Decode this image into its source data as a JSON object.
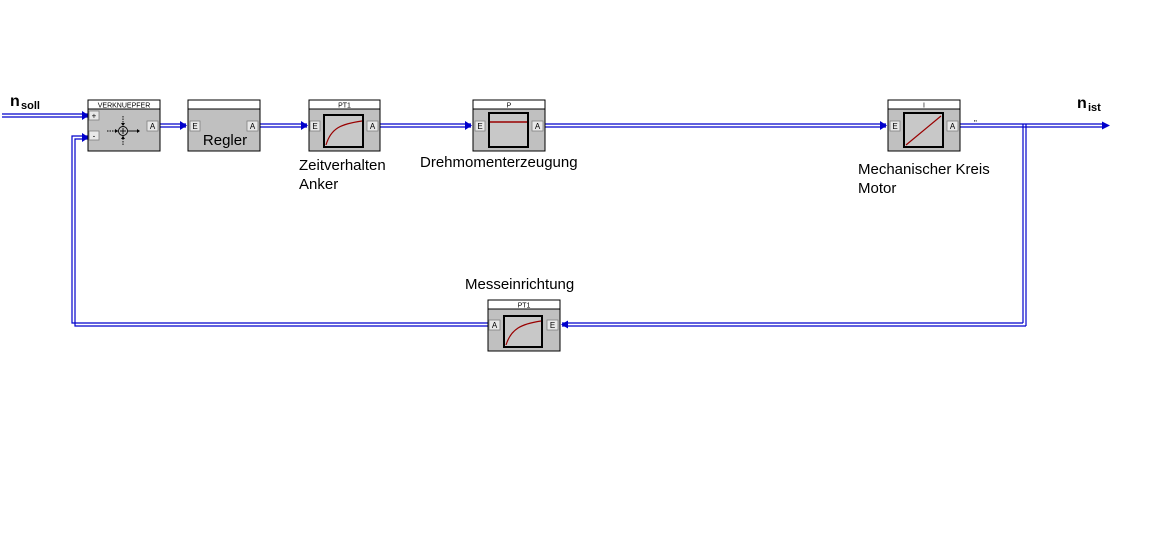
{
  "signals": {
    "input": {
      "main": "n",
      "sub": "soll"
    },
    "output": {
      "main": "n",
      "sub": "ist"
    }
  },
  "blocks": {
    "verknuepfer": {
      "title": "VERKNUEPFER",
      "in_plus": "+",
      "in_minus": "-",
      "out": "A"
    },
    "regler": {
      "title": "",
      "label": "Regler",
      "in": "E",
      "out": "A"
    },
    "pt1_anker": {
      "title": "PT1",
      "in": "E",
      "out": "A"
    },
    "p": {
      "title": "P",
      "in": "E",
      "out": "A"
    },
    "i": {
      "title": "I",
      "in": "E",
      "out": "A"
    },
    "pt1_mess": {
      "title": "PT1",
      "in": "E",
      "out": "A"
    }
  },
  "labels": {
    "anker_line1": "Zeitverhalten",
    "anker_line2": "Anker",
    "drehmoment": "Drehmomenterzeugung",
    "mech_line1": "Mechanischer Kreis",
    "mech_line2": "Motor",
    "messeinrichtung": "Messeinrichtung"
  },
  "colors": {
    "line": "#0000cc",
    "block_fill": "#c0c0c0",
    "curve": "#990000"
  }
}
